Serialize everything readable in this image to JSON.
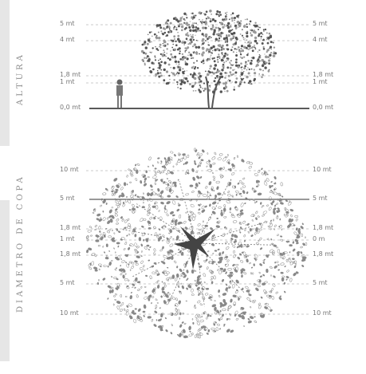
{
  "elevation": {
    "title": "ALTURA",
    "levels": [
      {
        "left": "5 mt",
        "right": "5 mt"
      },
      {
        "left": "4 mt",
        "right": "4 mt"
      },
      {
        "left": "1,8 mt",
        "right": "1,8 mt"
      },
      {
        "left": "1 mt",
        "right": "1 mt"
      },
      {
        "left": "0,0 mt",
        "right": "0,0 mt"
      }
    ]
  },
  "plan": {
    "title": "DIAMETRO DE COPA",
    "levels": [
      {
        "left": "10 mt",
        "right": "10 mt"
      },
      {
        "left": "5 mt",
        "right": "5 mt"
      },
      {
        "left": "1,8 mt",
        "right": "1,8 mt"
      },
      {
        "left": "1 mt",
        "right": "0 m"
      },
      {
        "left": "1,8 mt",
        "right": "1,8 mt"
      },
      {
        "left": "5 mt",
        "right": "5 mt"
      },
      {
        "left": "10 mt",
        "right": "10 mt"
      }
    ]
  },
  "colors": {
    "foliage": "#555555",
    "sidebar": "#e6e6e6",
    "line": "#222222",
    "trunk": "#333333"
  }
}
